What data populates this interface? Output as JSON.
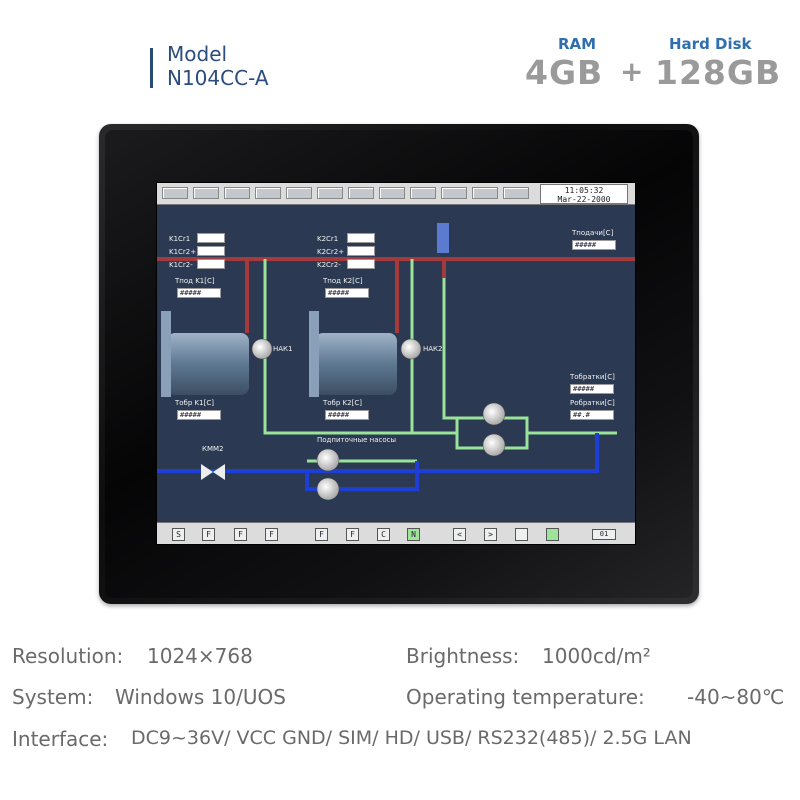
{
  "header": {
    "model_label": "Model",
    "model_code": "N104CC-A",
    "ram_label": "RAM",
    "ram_value": "4GB",
    "plus": "+",
    "disk_label": "Hard Disk",
    "disk_value": "128GB"
  },
  "screen": {
    "clock_time": "11:05:32",
    "clock_date": "Mar-22-2000",
    "k1_labels": [
      "K1Cr1",
      "K1Cr2+",
      "K1Cr2-"
    ],
    "k2_labels": [
      "K2Cr1",
      "K2Cr2+",
      "K2Cr2-"
    ],
    "t_pod_k1": "Тпод K1[C]",
    "t_pod_k2": "Тпод K2[C]",
    "t_obr_k1": "Тобр K1[C]",
    "t_obr_k2": "Тобр K2[C]",
    "t_podachi": "Тподачи[C]",
    "t_obratki": "Тобратки[C]",
    "r_obratki": "Робратки[C]",
    "nak1": "НАК1",
    "nak2": "НАК2",
    "kmm2": "КММ2",
    "pumps_label": "Подпиточные насосы",
    "value_mask": "#####",
    "value_mask_dec": "##.#",
    "bottom_buttons": [
      "S",
      "F",
      "F",
      "F",
      "F",
      "F",
      "C",
      "N",
      "<",
      ">",
      "",
      ""
    ],
    "bottom_number": "01"
  },
  "specs": {
    "resolution_label": "Resolution:",
    "resolution_value": "1024×768",
    "brightness_label": "Brightness:",
    "brightness_value": "1000cd/m²",
    "system_label": "System:",
    "system_value": "Windows 10/UOS",
    "temperature_label": "Operating temperature:",
    "temperature_value": "-40~80℃",
    "interface_label": "Interface:",
    "interface_value": "DC9~36V/ VCC GND/ SIM/ HD/ USB/ RS232(485)/ 2.5G LAN"
  },
  "colors": {
    "model_blue": "#2b4c7c",
    "accent_blue": "#2f6fae",
    "spec_gray": "#6a6a6a",
    "screen_bg": "#2b3a52",
    "pipe_red": "#b23a3a",
    "pipe_green": "#9be39b",
    "pipe_blue": "#1e3fd6"
  }
}
